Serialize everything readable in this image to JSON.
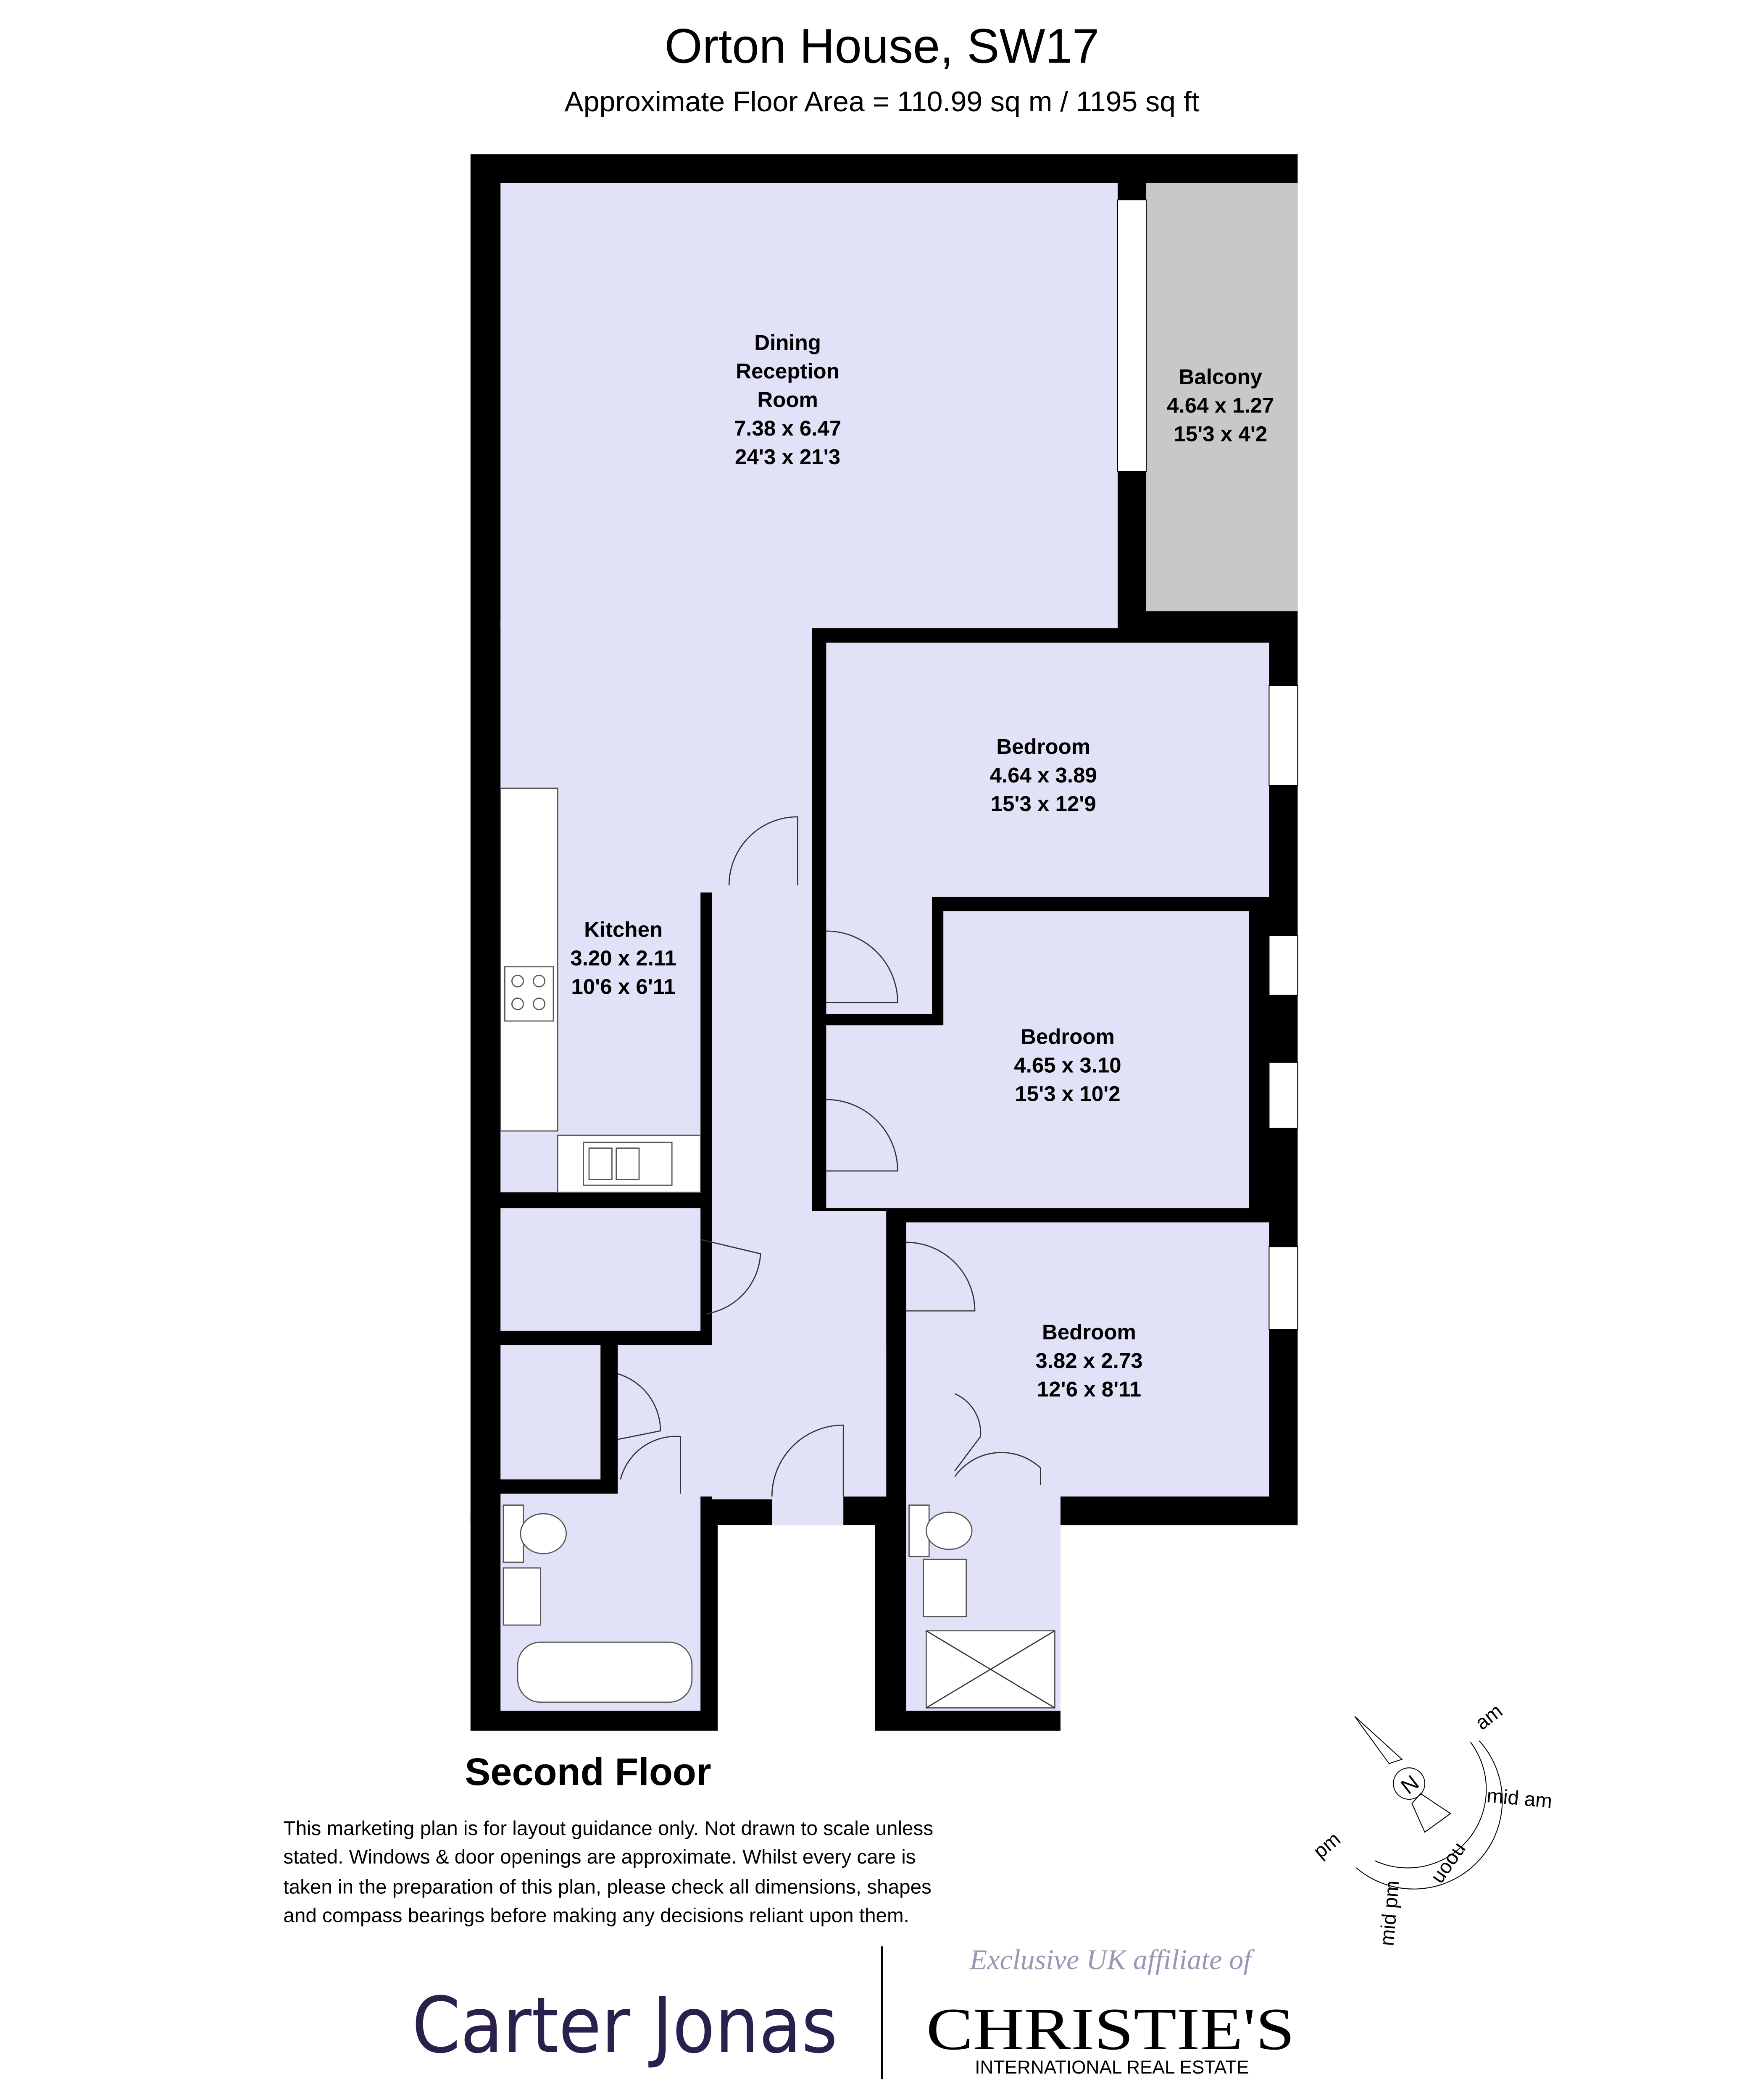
{
  "header": {
    "title": "Orton House, SW17",
    "subtitle": "Approximate Floor Area = 110.99 sq m / 1195 sq ft"
  },
  "floor_label": "Second Floor",
  "rooms": [
    {
      "name": "Dining Reception Room",
      "lines": [
        "Dining",
        "Reception",
        "Room"
      ],
      "metric": "7.38 x 6.47",
      "imperial": "24'3 x 21'3"
    },
    {
      "name": "Balcony",
      "lines": [
        "Balcony"
      ],
      "metric": "4.64 x 1.27",
      "imperial": "15'3 x 4'2"
    },
    {
      "name": "Bedroom",
      "lines": [
        "Bedroom"
      ],
      "metric": "4.64 x 3.89",
      "imperial": "15'3 x 12'9"
    },
    {
      "name": "Kitchen",
      "lines": [
        "Kitchen"
      ],
      "metric": "3.20 x 2.11",
      "imperial": "10'6 x 6'11"
    },
    {
      "name": "Bedroom",
      "lines": [
        "Bedroom"
      ],
      "metric": "4.65 x 3.10",
      "imperial": "15'3 x 10'2"
    },
    {
      "name": "Bedroom",
      "lines": [
        "Bedroom"
      ],
      "metric": "3.82 x 2.73",
      "imperial": "12'6 x 8'11"
    }
  ],
  "disclaimer": [
    "This marketing plan is for layout guidance only. Not drawn to scale unless",
    "stated. Windows & door openings are approximate. Whilst every care is",
    "taken in the preparation of this plan,  please check all dimensions, shapes",
    "and compass bearings before making any decisions reliant upon them."
  ],
  "compass": {
    "north": "N",
    "labels": [
      "am",
      "mid am",
      "noon",
      "mid pm",
      "pm"
    ]
  },
  "branding": {
    "agent": "Carter Jonas",
    "affiliate_note": "Exclusive UK affiliate of",
    "affiliate": "CHRISTIE'S",
    "affiliate_sub": "INTERNATIONAL REAL ESTATE"
  },
  "colors": {
    "room_fill": "#e1e1f7",
    "balcony_fill": "#c8c8c8",
    "walls": "#000000",
    "agent_brand": "#2b1f4b",
    "affiliate_note": "#9a96b4"
  }
}
